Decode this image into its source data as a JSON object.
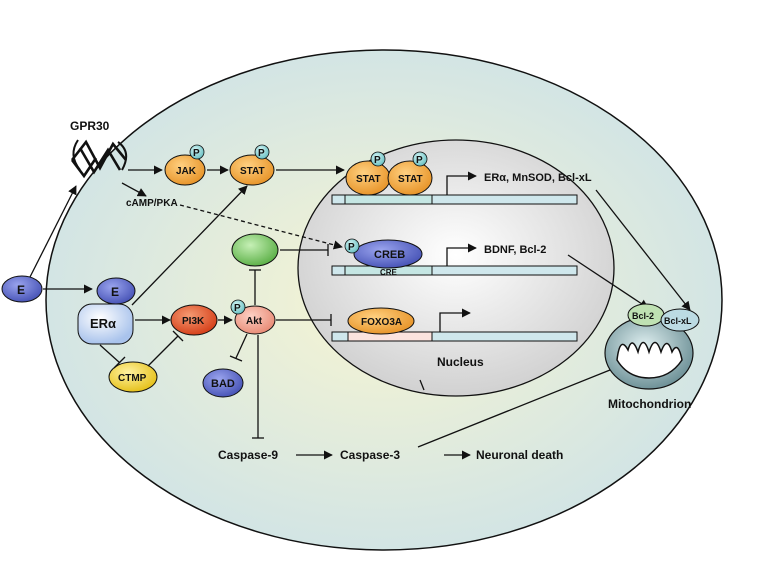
{
  "colors": {
    "cell_fill": "#e3efe0",
    "nucleus_fill": "#e6e6e6",
    "orange": "#f0a640",
    "blue_node": "#5a66c9",
    "red_node": "#e0522a",
    "pink_node": "#f2a191",
    "yellow_node": "#f2d23c",
    "green_node": "#7cc86a",
    "phospho": "#8fd3d3",
    "dna": "#cfe7ec",
    "mito": "#7fa0a7"
  },
  "labels": {
    "gpr30": "GPR30",
    "e_outside": "E",
    "e_bound": "E",
    "er_alpha": "ERα",
    "ctmp": "CTMP",
    "pi3k": "PI3K",
    "akt": "Akt",
    "bad": "BAD",
    "jak": "JAK",
    "stat": "STAT",
    "stat_dimer_1": "STAT",
    "stat_dimer_2": "STAT",
    "camp_pka": "cAMP/PKA",
    "creb": "CREB",
    "cre": "CRE",
    "foxo3a": "FOXO3A",
    "nucleus": "Nucleus",
    "gene_set_1": "ERα, MnSOD, Bcl-xL",
    "gene_set_2": "BDNF, Bcl-2",
    "bcl2": "Bcl-2",
    "bclxl": "Bcl-xL",
    "mitochondrion": "Mitochondrion",
    "caspase9": "Caspase-9",
    "caspase3": "Caspase-3",
    "neuronal_death": "Neuronal death",
    "p": "P"
  }
}
